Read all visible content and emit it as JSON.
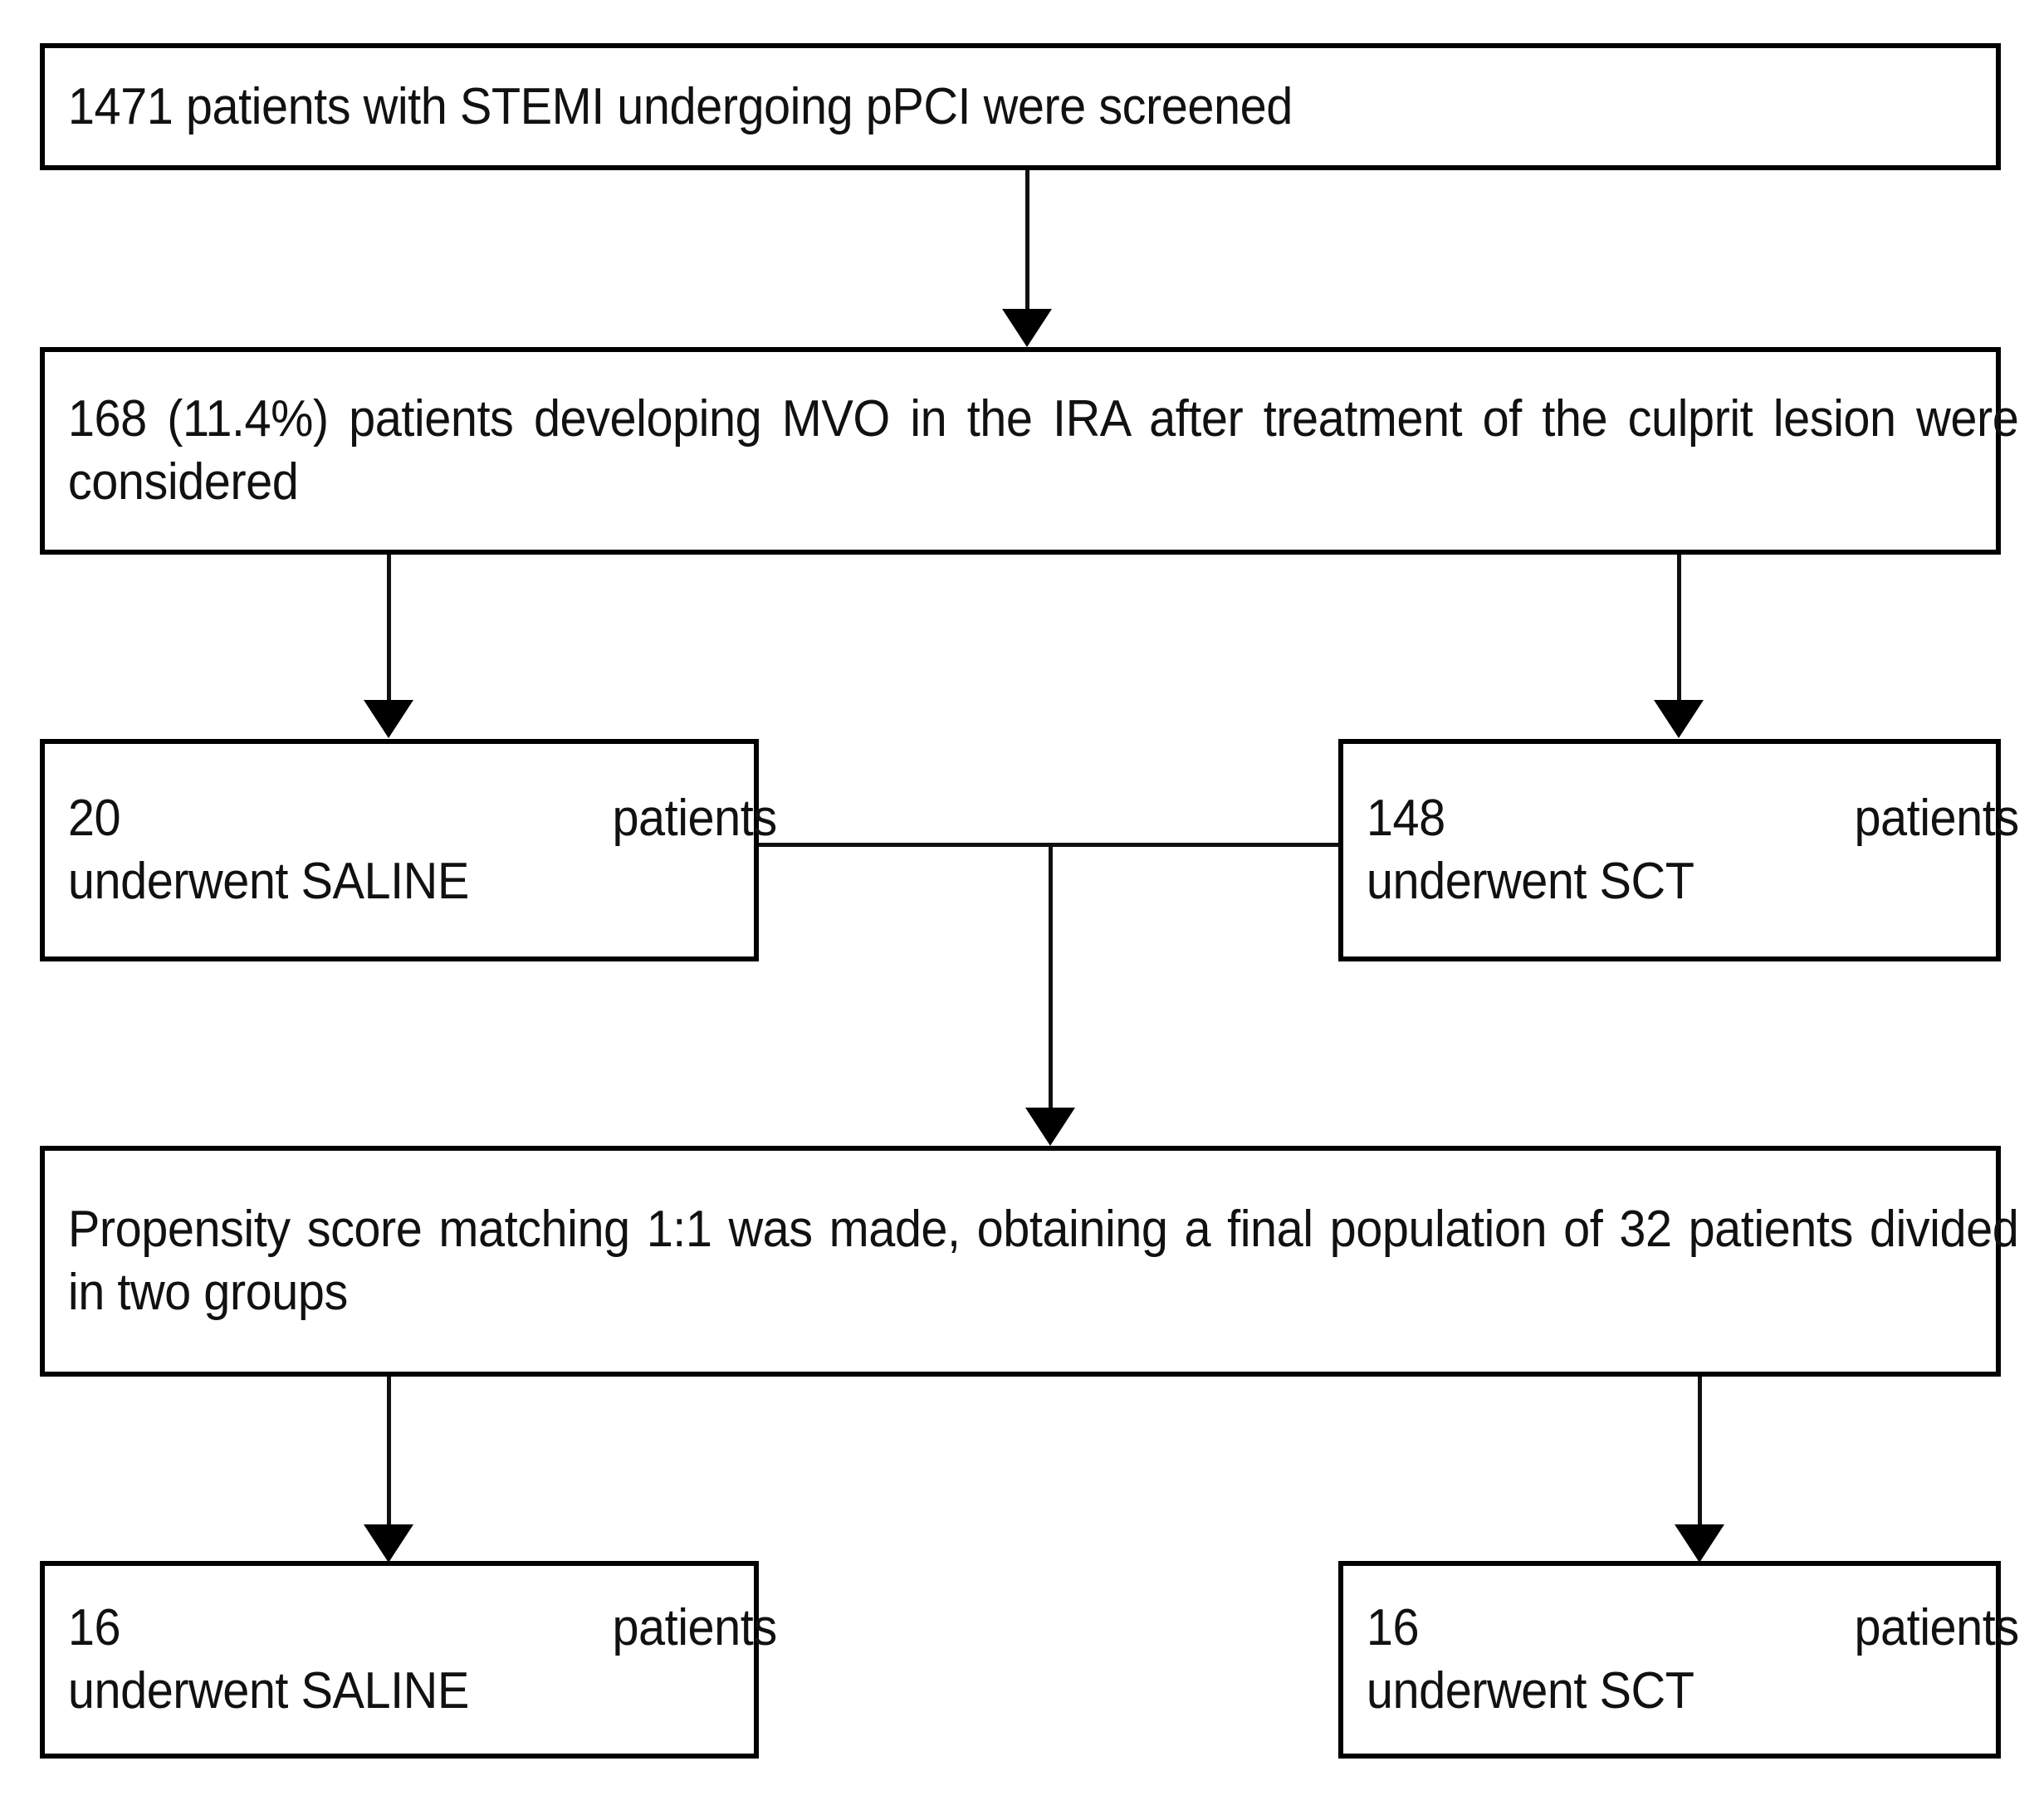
{
  "diagram": {
    "title": "STEMI pPCI MVO patient flow diagram",
    "type": "flowchart",
    "line_color": "#111111",
    "box_border_color": "#000000",
    "background_color": "#ffffff",
    "nodes": [
      {
        "id": "screened",
        "label": "1471 patients with STEMI undergoing pPCI were screened"
      },
      {
        "id": "mvo",
        "label": "168 (11.4%) patients developing MVO in the IRA after treatment of the culprit lesion were considered"
      },
      {
        "id": "saline-20",
        "line1_left": "20",
        "line1_right": "patients",
        "line2": "underwent SALINE"
      },
      {
        "id": "sct-148",
        "line1_left": "148",
        "line1_right": "patients",
        "line2": "underwent SCT"
      },
      {
        "id": "psm",
        "label": "Propensity score matching 1:1 was made, obtaining a final population of 32 patients divided in two groups"
      },
      {
        "id": "saline-16",
        "line1_left": "16",
        "line1_right": "patients",
        "line2": "underwent SALINE"
      },
      {
        "id": "sct-16",
        "line1_left": "16",
        "line1_right": "patients",
        "line2": "underwent SCT"
      }
    ],
    "edges": [
      {
        "id": "screened-to-mvo",
        "from": "screened",
        "to": "mvo",
        "arrow": true
      },
      {
        "id": "mvo-to-saline20",
        "from": "mvo",
        "to": "saline-20",
        "arrow": true
      },
      {
        "id": "mvo-to-sct148",
        "from": "mvo",
        "to": "sct-148",
        "arrow": true
      },
      {
        "id": "groups-to-psm",
        "from": "saline-20+sct-148",
        "to": "psm",
        "arrow": true
      },
      {
        "id": "psm-to-saline16",
        "from": "psm",
        "to": "saline-16",
        "arrow": true
      },
      {
        "id": "psm-to-sct16",
        "from": "psm",
        "to": "sct-16",
        "arrow": true
      }
    ]
  }
}
